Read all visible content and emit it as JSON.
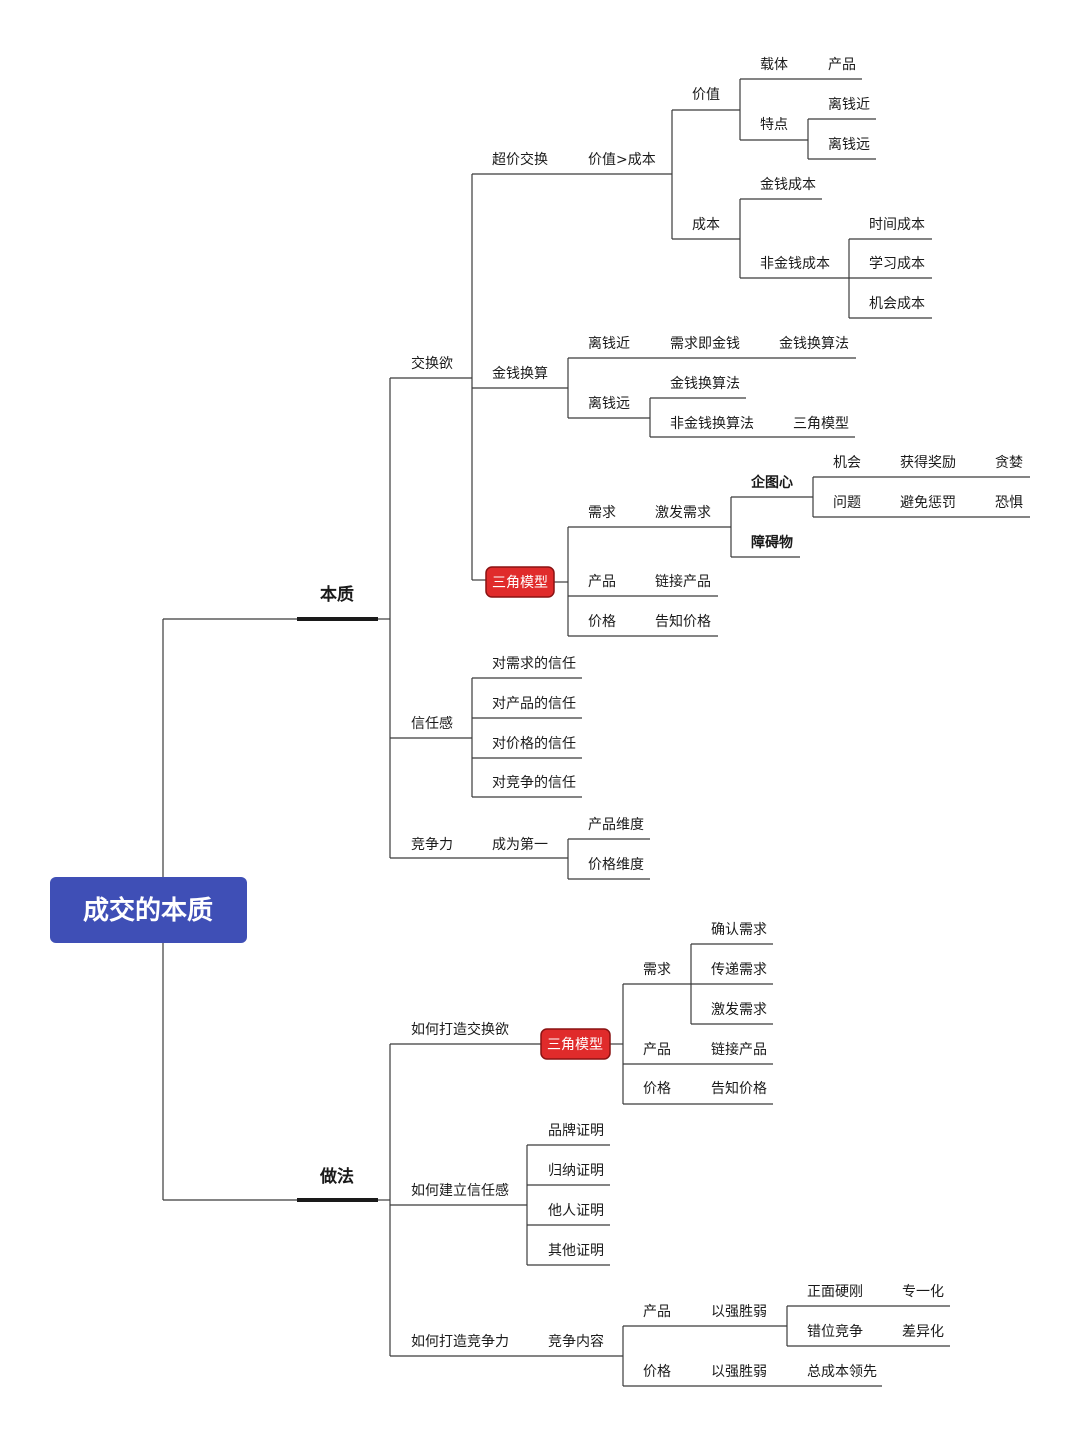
{
  "root": {
    "label": "成交的本质"
  },
  "branches": [
    {
      "id": "benzhi",
      "label": "本质"
    },
    {
      "id": "zuofa",
      "label": "做法"
    }
  ],
  "nodes": [
    {
      "id": "jhy",
      "label": "交换欲"
    },
    {
      "id": "cjjh",
      "label": "超价交换"
    },
    {
      "id": "jzcb",
      "label": "价值>成本"
    },
    {
      "id": "jiazhi",
      "label": "价值"
    },
    {
      "id": "zaiti",
      "label": "载体"
    },
    {
      "id": "chanpin1",
      "label": "产品"
    },
    {
      "id": "tedian",
      "label": "特点"
    },
    {
      "id": "lqj1",
      "label": "离钱近"
    },
    {
      "id": "lqy1",
      "label": "离钱远"
    },
    {
      "id": "chengben",
      "label": "成本"
    },
    {
      "id": "jqcb",
      "label": "金钱成本"
    },
    {
      "id": "fjqcb",
      "label": "非金钱成本"
    },
    {
      "id": "sjcb",
      "label": "时间成本"
    },
    {
      "id": "xxcb",
      "label": "学习成本"
    },
    {
      "id": "jhcb",
      "label": "机会成本"
    },
    {
      "id": "jqhs",
      "label": "金钱换算"
    },
    {
      "id": "lqj2",
      "label": "离钱近"
    },
    {
      "id": "xqjjq",
      "label": "需求即金钱"
    },
    {
      "id": "jqhsf1",
      "label": "金钱换算法"
    },
    {
      "id": "lqy2",
      "label": "离钱远"
    },
    {
      "id": "jqhsf2",
      "label": "金钱换算法"
    },
    {
      "id": "fjqhsf",
      "label": "非金钱换算法"
    },
    {
      "id": "sjmx1",
      "label": "三角模型"
    },
    {
      "id": "sjmxtag1",
      "label": "三角模型"
    },
    {
      "id": "xuqiu1",
      "label": "需求"
    },
    {
      "id": "jfxq1",
      "label": "激发需求"
    },
    {
      "id": "qtx",
      "label": "企图心"
    },
    {
      "id": "jihui",
      "label": "机会"
    },
    {
      "id": "hdjl",
      "label": "获得奖励"
    },
    {
      "id": "tanlan",
      "label": "贪婪"
    },
    {
      "id": "wenti",
      "label": "问题"
    },
    {
      "id": "bmcf",
      "label": "避免惩罚"
    },
    {
      "id": "kongju",
      "label": "恐惧"
    },
    {
      "id": "zhangaiwu",
      "label": "障碍物"
    },
    {
      "id": "chanpin2",
      "label": "产品"
    },
    {
      "id": "ljcp1",
      "label": "链接产品"
    },
    {
      "id": "jiage1",
      "label": "价格"
    },
    {
      "id": "gzjg1",
      "label": "告知价格"
    },
    {
      "id": "xrg",
      "label": "信任感"
    },
    {
      "id": "dxqdxr",
      "label": "对需求的信任"
    },
    {
      "id": "dcpdxr",
      "label": "对产品的信任"
    },
    {
      "id": "djgdxr",
      "label": "对价格的信任"
    },
    {
      "id": "djzdxr",
      "label": "对竞争的信任"
    },
    {
      "id": "jzl",
      "label": "竞争力"
    },
    {
      "id": "cwdy",
      "label": "成为第一"
    },
    {
      "id": "cpwd",
      "label": "产品维度"
    },
    {
      "id": "jgwd",
      "label": "价格维度"
    },
    {
      "id": "rhdzjhy",
      "label": "如何打造交换欲"
    },
    {
      "id": "sjmxtag2",
      "label": "三角模型"
    },
    {
      "id": "xuqiu2",
      "label": "需求"
    },
    {
      "id": "qrxq",
      "label": "确认需求"
    },
    {
      "id": "cdxq",
      "label": "传递需求"
    },
    {
      "id": "jfxq2",
      "label": "激发需求"
    },
    {
      "id": "chanpin3",
      "label": "产品"
    },
    {
      "id": "ljcp2",
      "label": "链接产品"
    },
    {
      "id": "jiage2",
      "label": "价格"
    },
    {
      "id": "gzjg2",
      "label": "告知价格"
    },
    {
      "id": "rhjlxrg",
      "label": "如何建立信任感"
    },
    {
      "id": "ppzm",
      "label": "品牌证明"
    },
    {
      "id": "gnzm",
      "label": "归纳证明"
    },
    {
      "id": "trzm",
      "label": "他人证明"
    },
    {
      "id": "qtzm",
      "label": "其他证明"
    },
    {
      "id": "rhdzjzl",
      "label": "如何打造竞争力"
    },
    {
      "id": "jznr",
      "label": "竞争内容"
    },
    {
      "id": "chanpin4",
      "label": "产品"
    },
    {
      "id": "yqsr1",
      "label": "以强胜弱"
    },
    {
      "id": "zmyg",
      "label": "正面硬刚"
    },
    {
      "id": "zyh",
      "label": "专一化"
    },
    {
      "id": "cwjz",
      "label": "错位竞争"
    },
    {
      "id": "cyh",
      "label": "差异化"
    },
    {
      "id": "jiage3",
      "label": "价格"
    },
    {
      "id": "yqsr2",
      "label": "以强胜弱"
    },
    {
      "id": "zcbl",
      "label": "总成本领先"
    }
  ],
  "colors": {
    "root": "#3f4fb6",
    "tag": "#e02b2b",
    "line": "#3b3b3b"
  }
}
